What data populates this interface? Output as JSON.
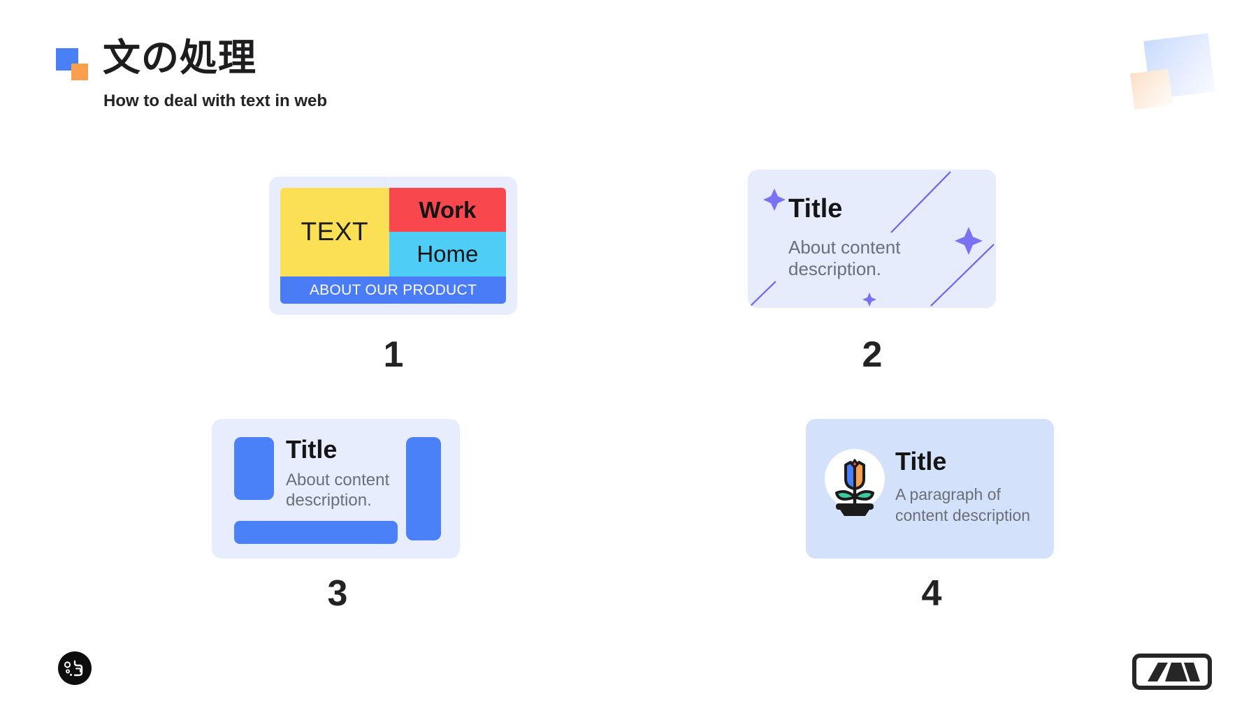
{
  "header": {
    "title": "文の処理",
    "subtitle": "How to deal with text in web",
    "logo_icon": "two-squares-icon",
    "logo_colors": {
      "blue": "#4a80f5",
      "orange": "#f9a04f"
    }
  },
  "decor": {
    "top_right_blue_square": "#c9dbfd",
    "top_right_orange_square": "#fbe0c8"
  },
  "cards": [
    {
      "number": "1",
      "background": "#e8edfd",
      "blocks": {
        "text_label": "TEXT",
        "text_color": "#fbdf54",
        "work_label": "Work",
        "work_color": "#f8474d",
        "home_label": "Home",
        "home_color": "#4ecdf7",
        "banner_label": "ABOUT OUR PRODUCT",
        "banner_color": "#4a7cf8"
      }
    },
    {
      "number": "2",
      "background": "#e7ecfc",
      "title": "Title",
      "description": "About content description.",
      "accent": "#6c63f0",
      "decor_icons": [
        "sparkle-icon",
        "sparkle-icon",
        "sparkle-icon",
        "diagonal-line",
        "diagonal-line",
        "diagonal-line"
      ]
    },
    {
      "number": "3",
      "background": "#e7edfd",
      "title": "Title",
      "description": "About content description.",
      "accent": "#4a80f8",
      "placeholder_blocks": [
        "left-block",
        "right-block",
        "bottom-bar"
      ]
    },
    {
      "number": "4",
      "background": "#d3e1fb",
      "title": "Title",
      "description": "A paragraph of content description",
      "icon": "potted-tulip-icon",
      "icon_colors": {
        "petal_left": "#4a80f8",
        "petal_right": "#f9a04f",
        "bud_accent": "#f8474d",
        "leaves": "#3ecaa0",
        "pot": "#1b1b1b",
        "circle": "#ffffff"
      }
    }
  ],
  "footer": {
    "left_logo_icon": "circular-brand-icon",
    "right_logo_icon": "mountain-badge-icon"
  }
}
